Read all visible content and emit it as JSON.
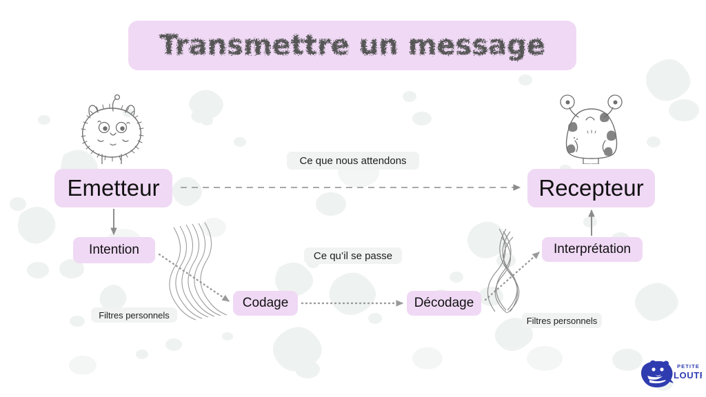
{
  "page": {
    "title": "Transmettre un message",
    "background_color": "#ffffff",
    "accent_color": "#f0d9f5",
    "caption_color": "#f1f3f2",
    "line_color": "#8c8c8c",
    "logo_color": "#2f3cb0"
  },
  "title_banner": {
    "text": "Transmettre un message",
    "background": "#f0d9f5",
    "text_color": "#565656"
  },
  "nodes": {
    "emetteur": "Emetteur",
    "recepteur": "Recepteur",
    "intention": "Intention",
    "codage": "Codage",
    "decodage": "Décodage",
    "interpretation": "Interprétation"
  },
  "captions": {
    "expected": "Ce que nous attendons",
    "actual": "Ce qu’il se passe",
    "filters_left": "Filtres personnels",
    "filters_right": "Filtres personnels"
  },
  "characters": {
    "left": "fuzzy-monster-emitter",
    "right": "spotted-monster-receiver"
  },
  "logo": {
    "line1": "PETITE",
    "line2": "LOUTRE",
    "mark": "otter-head-icon",
    "color": "#2f3cb0"
  }
}
